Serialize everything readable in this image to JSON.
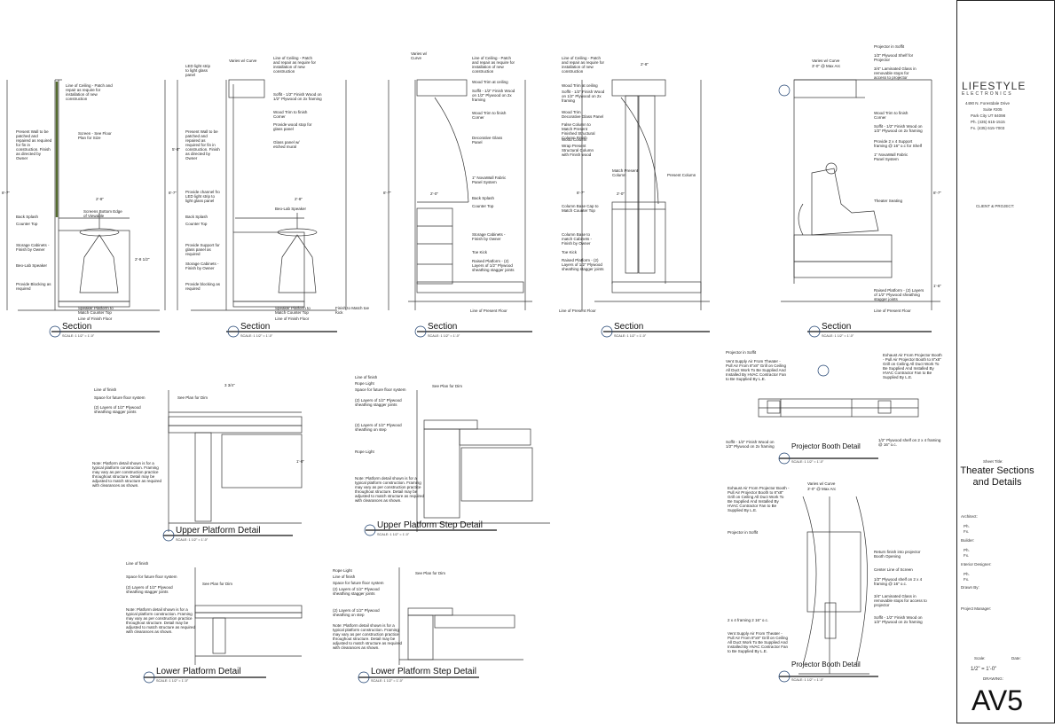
{
  "title_block": {
    "company": "LIFESTYLE",
    "company_sub": "ELECTRONICS",
    "address_1": "4490 N. Forestdale Drive",
    "address_2": "Suite #205",
    "address_3": "Park City UT 84098",
    "phone": "Ph. (435) 615-1515",
    "fax": "Fx. (435) 615-7003",
    "client_project": "CLIENT & PROJECT:",
    "sheet_title_label": "Sheet Title:",
    "sheet_title": "Theater Sections and Details",
    "architect": "Architect:",
    "builder": "Builder:",
    "interior_designer": "Interior Designer:",
    "drawn_by": "Drawn By:",
    "project_manager": "Project Manager:",
    "ph": "Ph.",
    "fx": "Fx.",
    "scale_label": "Scale:",
    "date_label": "Date:",
    "scale_value": "1/2\" = 1'-0\"",
    "drawing_label": "DRAWING:",
    "drawing_number": "AV5"
  },
  "sections": [
    {
      "title": "Section",
      "scale": "SCALE: 1 1/2\" = 1'-0\"",
      "num": "1",
      "sheet": "AV5"
    },
    {
      "title": "Section",
      "scale": "SCALE: 1 1/2\" = 1'-0\"",
      "num": "2",
      "sheet": "AV5"
    },
    {
      "title": "Section",
      "scale": "SCALE: 1 1/2\" = 1'-0\"",
      "num": "3",
      "sheet": "AV5"
    },
    {
      "title": "Section",
      "scale": "SCALE: 1 1/2\" = 1'-0\"",
      "num": "4",
      "sheet": "AV5"
    },
    {
      "title": "Section",
      "scale": "SCALE: 1 1/2\" = 1'-0\"",
      "num": "5",
      "sheet": "AV5"
    }
  ],
  "details": {
    "upper_platform": {
      "title": "Upper Platform Detail",
      "scale": "SCALE: 1 1/2\" = 1'-0\""
    },
    "upper_platform_step": {
      "title": "Upper Platform Step Detail",
      "scale": "SCALE: 1 1/2\" = 1'-0\""
    },
    "lower_platform": {
      "title": "Lower Platform Detail",
      "scale": "SCALE: 1 1/2\" = 1'-0\""
    },
    "lower_platform_step": {
      "title": "Lower Platform Step Detail",
      "scale": "SCALE: 1 1/2\" = 1'-0\""
    },
    "projector_booth_1": {
      "title": "Projector Booth Detail",
      "scale": "SCALE: 1 1/2\" = 1'-0\""
    },
    "projector_booth_2": {
      "title": "Projector Booth Detail",
      "scale": "SCALE: 1 1/2\" = 1'-0\""
    }
  },
  "notes": {
    "s1": [
      "Line of Ceiling - Patch and repair as require for installation of new construction",
      "Present Wall to be patched and repaired as required for fin in construction. Finish as directed by Owner",
      "Screen - See Floor Plan for Size",
      "Back Splash",
      "Counter Top",
      "Screens Bottom Edge of Viewable",
      "Storage Cabinets - Finish by Owner",
      "Beo-Lab Speaker",
      "Provide Blocking as required",
      "Speaker Platform to Match Counter Top",
      "Line of Finish Floor"
    ],
    "s2": [
      "LED light strip to light glass panel",
      "Line of Ceiling - Patch and repair as require for installation of new construction",
      "Soffit - 1/2\" Finish Wood on 1/2\" Plywood on 2x framing",
      "Wood Trim to finish Corner",
      "Provide wood stop for glass panel",
      "Glass panel w/ etched mural",
      "Present Wall to be patched and repaired as required for fin in construction. Finish as directed by Owner",
      "Provide channel fro LED light strip to light glass panel",
      "Back Splash",
      "Counter Top",
      "Beo-Lab Speaker",
      "Provide Support for glass panel as required",
      "Storage Cabinets - Finish by Owner",
      "Provide blocking as required",
      "Speaker Platform to Match Counter Top",
      "Line of Finish Floor",
      "Finish to Match toe Kick"
    ],
    "s3": [
      "Line of Ceiling - Patch and repair as require for installation of new construction",
      "Wood Trim at ceiling",
      "Soffit - 1/2\" Finish Wood on 1/2\" Plywood on 2x framing",
      "Wood Trim to finish Corner",
      "Decorative Glass Panel",
      "1\" NovaWall Fabric Panel System",
      "Back Splash",
      "Counter Top",
      "Storage Cabinets - Finish by Owner",
      "Toe Kick",
      "Raised Platform - (2) Layers of 1/2\" Plywood sheathing stagger joints",
      "Line of Present Floor"
    ],
    "s4": [
      "Line of Ceiling - Patch and repair as require for installation of new construction",
      "Wood Trim at ceiling",
      "Soffit - 1/2\" Finish Wood on 1/2\" Plywood on 2x framing",
      "Wood Trim",
      "Decorative Glass Panel",
      "False Column to Match Present Finished Structural Column Finish",
      "Wood Column",
      "Wrap Present Structural Column with Finish wood",
      "Match Present Column",
      "Present Column",
      "Column Base Cap to Match Counter Top",
      "Column Base to match Cabinets - Finish by Owner",
      "Toe Kick",
      "Raised Platform - (2) Layers of 1/2\" Plywood sheathing stagger joints",
      "Line of Present Floor"
    ],
    "s5": [
      "Projector in Soffit",
      "1/2\" Plywood Shelf for Projector",
      "3/4\" Laminated Glass in removable stops for access to projector",
      "Wood Trim to finish Corner",
      "Soffit - 1/2\" Finish Wood on 1/2\" Plywood on 2x framing",
      "Provide 2 x 4 Support framing @ 16\" o.c for Shelf",
      "1\" NovaWall Fabric Panel System",
      "Theater Seating",
      "Raised Platform - (2) Layers of 1/2\" Plywood sheathing stagger joints",
      "Line of Present Floor"
    ],
    "upper": [
      "Line of finish",
      "Space for future floor system",
      "See Plan for Dim",
      "(2) Layers of 1/2\" Plywood sheathing stagger joints",
      "Note: Platform detail shown is for a typical platform construction. Framing may vary as per construction practice throughout structure. Detail may be adjusted to match structure as required with clearances as shown."
    ],
    "upper_step": [
      "Line of finish",
      "Rope Light",
      "Space for future floor system",
      "See Plan for Dim",
      "(2) Layers of 1/2\" Plywood sheathing stagger joints",
      "(2) Layers of 1/2\" Plywood sheathing on step",
      "Rope Light",
      "Note: Platform detail shown is for a typical platform construction. Framing may vary as per construction practice throughout structure. Detail may be adjusted to match structure as required with clearances as shown."
    ],
    "lower": [
      "Line of finish",
      "Space for future floor system",
      "See Plan for Dim",
      "(2) Layers of 1/2\" Plywood sheathing stagger joints",
      "Note: Platform detail shown is for a typical platform construction. Framing may vary as per construction practice throughout structure. Detail may be adjusted to match structure as required with clearances as shown."
    ],
    "lower_step": [
      "Rope Light",
      "Line of finish",
      "Space for future floor system",
      "See Plan for Dim",
      "(2) Layers of 1/2\" Plywood sheathing stagger joints",
      "(2) Layers of 1/2\" Plywood sheathing on step",
      "Note: Platform detail shown is for a typical platform construction. Framing may vary as per construction practice throughout structure. Detail may be adjusted to match structure as required with clearances as shown."
    ],
    "booth1": [
      "Projector in Soffit",
      "Vent Supply Air From Theater - Pull Air From 8\"x8\" Grill on Ceiling All Duct Work To Be Supplied And Installed By HVAC Contractor Fan to Be Supplied By L.E.",
      "Exhaust Air From Projector Booth - Pull Air Projector Booth to 8\"x8\" Grill on Ceiling All Duct Work To Be Supplied And Installed By HVAC Contractor Fan to Be Supplied By L.E.",
      "Soffit - 1/2\" Finish Wood on 1/2\" Plywood on 2x framing",
      "1/2\" Plywood shelf on 2 x 4 framing @ 16\" o.c."
    ],
    "booth2": [
      "Exhaust Air From Projector Booth - Pull Air Projector Booth to 8\"x8\" Grill on Ceiling All Duct Work To Be Supplied And Installed By HVAC Contractor Fan to Be Supplied By L.E.",
      "Projector in Soffit",
      "Return finish into projector Booth Opening",
      "Center Line of Screen",
      "1/2\" Plywood shelf on 2 x 4 framing @ 16\" o.c.",
      "3/4\" Laminated Glass in removable stops for access to projector",
      "2 x 4 framing 2 16\" o.c.",
      "Soffit - 1/2\" Finish Wood on 1/2\" Plywood on 2x framing",
      "Vent Supply Air From Theater - Pull Air From 8\"x8\" Grill on Ceiling All Duct Work To Be Supplied And Installed By HVAC Contractor Fan to Be Supplied By L.E."
    ]
  },
  "dims": {
    "varies": "Varies w/ Curve",
    "max_arc": "3'-0\" @ Max Arc",
    "d_2_8": "2'-8\"",
    "d_2_0": "2'-0\"",
    "d_1_0": "1'-0\"",
    "d_8_7": "8'-7\"",
    "d_5_8": "5'-8\"",
    "d_3_4": "3 3/4\"",
    "d_1_6": "1'-6\"",
    "d_2_8_1": "2'-8 1/2\""
  }
}
